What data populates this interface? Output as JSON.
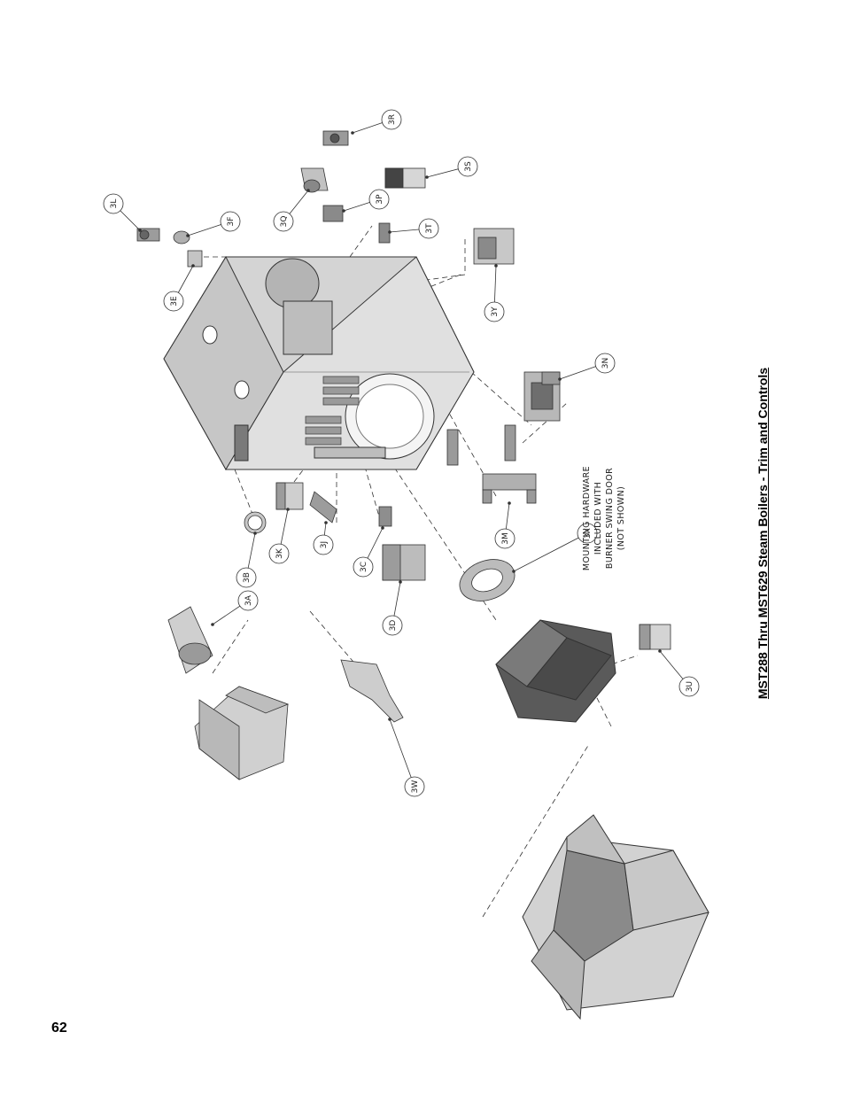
{
  "page": {
    "title": "MST288 Thru MST629 Steam Boilers - Trim and Controls",
    "page_number": "62"
  },
  "note": {
    "lines": [
      "MOUNTING HARDWARE",
      "INCLUDED WITH",
      "BURNER SWING DOOR",
      "(NOT SHOWN)"
    ]
  },
  "callouts": [
    {
      "id": "3R",
      "label": "3R"
    },
    {
      "id": "3S",
      "label": "3S"
    },
    {
      "id": "3Q",
      "label": "3Q"
    },
    {
      "id": "3P",
      "label": "3P"
    },
    {
      "id": "3T",
      "label": "3T"
    },
    {
      "id": "3L",
      "label": "3L"
    },
    {
      "id": "3F",
      "label": "3F"
    },
    {
      "id": "3E",
      "label": "3E"
    },
    {
      "id": "3Y",
      "label": "3Y"
    },
    {
      "id": "3N",
      "label": "3N"
    },
    {
      "id": "3B",
      "label": "3B"
    },
    {
      "id": "3K",
      "label": "3K"
    },
    {
      "id": "3J",
      "label": "3J"
    },
    {
      "id": "3C",
      "label": "3C"
    },
    {
      "id": "3M",
      "label": "3M"
    },
    {
      "id": "3X",
      "label": "3X"
    },
    {
      "id": "3A",
      "label": "3A"
    },
    {
      "id": "3D",
      "label": "3D"
    },
    {
      "id": "3W",
      "label": "3W"
    },
    {
      "id": "3U",
      "label": "3U"
    }
  ],
  "colors": {
    "light_gray": "#d4d4d4",
    "mid_gray": "#a8a8a8",
    "dark_gray": "#6e6e6e",
    "burner_dark": "#5a5a5a",
    "line": "#333333"
  }
}
